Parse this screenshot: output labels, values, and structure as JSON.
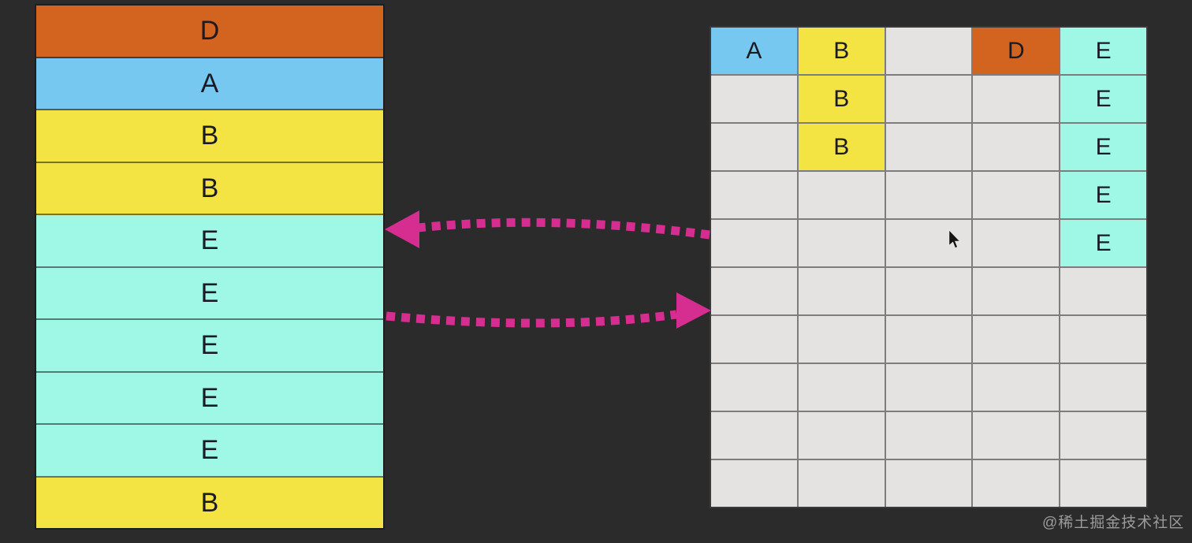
{
  "colors": {
    "background": "#2b2b2b",
    "orange": "#d2641f",
    "blue": "#76c8f1",
    "yellow": "#f3e343",
    "cyan": "#9ff8e6",
    "empty": "#e4e3e1",
    "text": "#1b1b26",
    "grid_line": "#7d7d7d",
    "grid_border": "#3a3a3a",
    "stack_border": "#1e1e1e",
    "arrow": "#d62d90",
    "watermark": "#9b9b9b"
  },
  "letter_fill": {
    "A": "blue",
    "B": "yellow",
    "D": "orange",
    "E": "cyan",
    "": "empty"
  },
  "left_stack": {
    "rows": [
      "D",
      "A",
      "B",
      "B",
      "E",
      "E",
      "E",
      "E",
      "E",
      "B"
    ]
  },
  "right_grid": {
    "rows": [
      [
        "A",
        "B",
        "",
        "D",
        "E"
      ],
      [
        "",
        "B",
        "",
        "",
        "E"
      ],
      [
        "",
        "B",
        "",
        "",
        "E"
      ],
      [
        "",
        "",
        "",
        "",
        "E"
      ],
      [
        "",
        "",
        "",
        "",
        "E"
      ],
      [
        "",
        "",
        "",
        "",
        ""
      ],
      [
        "",
        "",
        "",
        "",
        ""
      ],
      [
        "",
        "",
        "",
        "",
        ""
      ],
      [
        "",
        "",
        "",
        "",
        ""
      ],
      [
        "",
        "",
        "",
        "",
        ""
      ]
    ]
  },
  "arrows": [
    {
      "name": "top-arrow",
      "direction": "left"
    },
    {
      "name": "bottom-arrow",
      "direction": "right"
    }
  ],
  "watermark": {
    "text": "@稀土掘金技术社区"
  }
}
